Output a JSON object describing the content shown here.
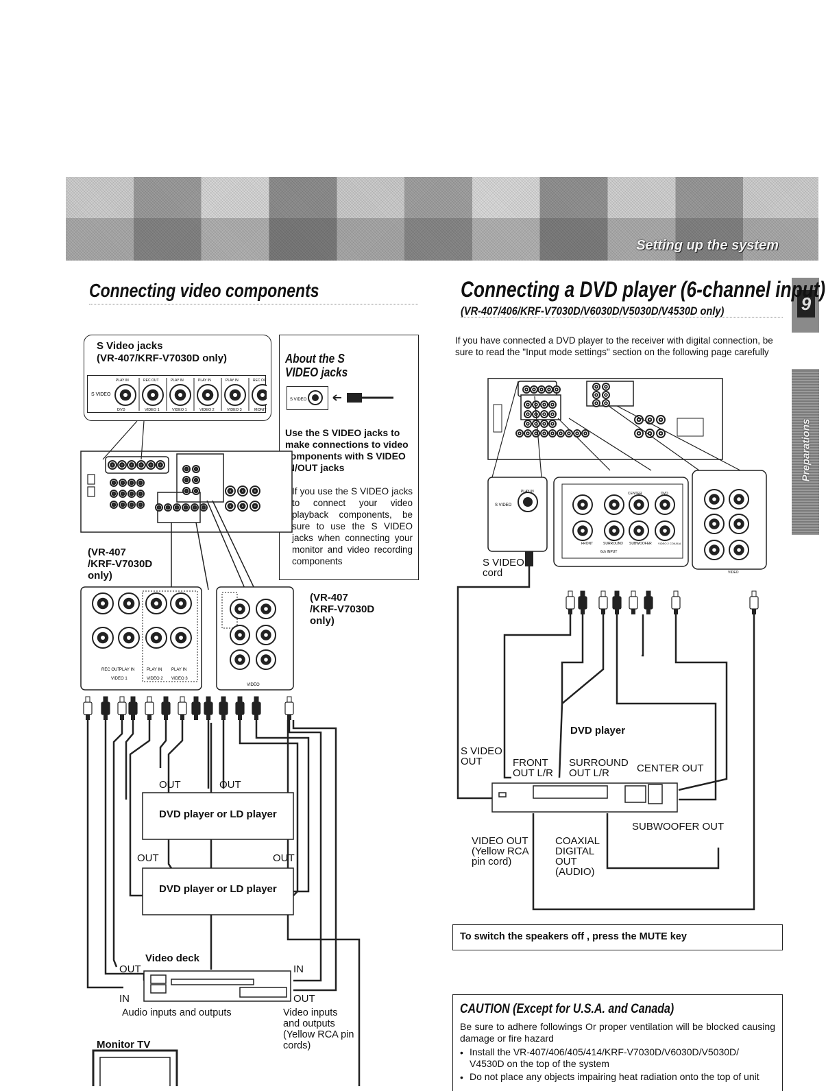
{
  "banner": {
    "label": "Setting up the system"
  },
  "page_tab": {
    "number": "9",
    "section": "Preparations"
  },
  "left": {
    "title": "Connecting video components",
    "svideo_box": {
      "title": "S Video jacks",
      "models": "(VR-407/KRF-V7030D only)",
      "row_label": "S VIDEO",
      "top_labels": [
        "PLAY IN",
        "REC OUT",
        "PLAY IN",
        "PLAY IN",
        "PLAY IN",
        "REC OUT"
      ],
      "bottom_labels": [
        "DVD",
        "VIDEO 1",
        "VIDEO 1",
        "VIDEO 2",
        "VIDEO 3",
        "MONITOR"
      ]
    },
    "about_box": {
      "title": "About the S VIDEO jacks",
      "jack_label": "S VIDEO",
      "lead": "Use the S VIDEO jacks to make connections to video components with S VIDEO IN/OUT jacks",
      "bullet": "If you use the S VIDEO jacks to connect your video playback components, be sure to use the S VIDEO jacks when connecting your monitor and video recording components"
    },
    "model_note_1": [
      "(VR-407",
      "/KRF-V7030D",
      "only)"
    ],
    "model_note_2": [
      "(VR-407",
      "/KRF-V7030D",
      "only)"
    ],
    "jack_panel_labels": [
      "REC OUT",
      "PLAY IN",
      "PLAY IN",
      "PLAY IN",
      "VIDEO 1",
      "VIDEO 2",
      "VIDEO 3"
    ],
    "video_panel_label": "VIDEO",
    "out_labels": {
      "a": "OUT",
      "b": "OUT",
      "c": "OUT",
      "d": "OUT"
    },
    "player1": "DVD player or LD player",
    "player2": "DVD player or LD player",
    "video_deck": "Video deck",
    "deck_out": "OUT",
    "deck_in": "IN",
    "deck_in2": "IN",
    "deck_out2": "OUT",
    "audio_io": "Audio inputs and outputs",
    "video_io": [
      "Video inputs",
      "and outputs",
      "(Yellow RCA pin",
      "cords)"
    ],
    "monitor_tv": "Monitor TV"
  },
  "right": {
    "title": "Connecting a DVD player (6-channel input)",
    "subtitle": "(VR-407/406/KRF-V7030D/V6030D/V5030D/V4530D only)",
    "intro": "If you have connected a DVD player to the receiver with digital connection, be sure to read the \"Input mode settings\" section on the following page carefully",
    "svideo_cord": [
      "S VIDEO",
      "cord"
    ],
    "panel_labels": {
      "center": "CENTER",
      "dvd": "DVD",
      "front": "FRONT",
      "surround": "SURROUND",
      "subwoofer": "SUBWOOFER",
      "video2": "VIDEO 2 COAXIAL",
      "input": "6ch INPUT",
      "play_in": "PLAY IN",
      "svideo": "S VIDEO",
      "video": "VIDEO"
    },
    "dvd_player": "DVD player",
    "svideo_out": [
      "S VIDEO",
      "OUT"
    ],
    "front_out": [
      "FRONT",
      "OUT L/R"
    ],
    "surround_out": [
      "SURROUND",
      "OUT L/R"
    ],
    "center_out": "CENTER OUT",
    "subwoofer_out": "SUBWOOFER OUT",
    "video_out": [
      "VIDEO OUT",
      "(Yellow RCA",
      "pin cord)"
    ],
    "coaxial_out": [
      "COAXIAL",
      "DIGITAL",
      "OUT",
      "(AUDIO)"
    ],
    "mute_box": "To switch the speakers off , press the MUTE key",
    "caution": {
      "title": "CAUTION (Except for U.S.A. and Canada)",
      "body": "Be sure to adhere followings Or proper ventilation will be blocked causing damage or fire hazard",
      "bullet1": "Install the VR-407/406/405/414/KRF-V7030D/V6030D/V5030D/ V4530D on the top of the system",
      "bullet2": "Do not place any objects impairing heat radiation onto the top of unit"
    }
  }
}
